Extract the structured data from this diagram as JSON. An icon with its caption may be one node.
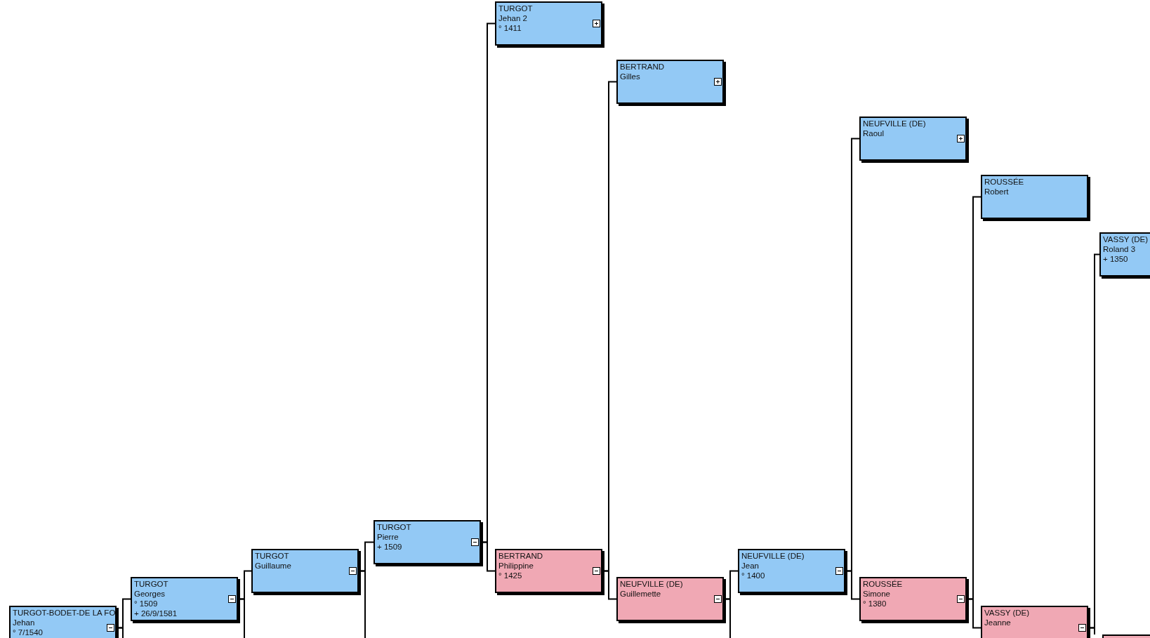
{
  "diagram": {
    "nodes": [
      {
        "text": [
          "TURGOT-BODET-DE LA FO",
          "Jehan",
          "° 7/1540"
        ]
      },
      {
        "text": [
          "TURGOT",
          "Georges",
          "° 1509",
          "+ 26/9/1581"
        ]
      },
      {
        "text": [
          "TURGOT",
          "Guillaume"
        ]
      },
      {
        "text": [
          "TURGOT",
          "Pierre",
          "+ 1509"
        ]
      },
      {
        "text": [
          "TURGOT",
          "Jehan 2",
          "° 1411"
        ]
      },
      {
        "text": [
          "BERTRAND",
          "Philippine",
          "° 1425"
        ]
      },
      {
        "text": [
          "BERTRAND",
          "Gilles"
        ]
      },
      {
        "text": [
          "NEUFVILLE (DE)",
          "Guillemette"
        ]
      },
      {
        "text": [
          "NEUFVILLE (DE)",
          "Jean",
          "° 1400"
        ]
      },
      {
        "text": [
          "NEUFVILLE (DE)",
          "Raoul"
        ]
      },
      {
        "text": [
          "ROUSSÉE",
          "Simone",
          "° 1380"
        ]
      },
      {
        "text": [
          "ROUSSÉE",
          "Robert"
        ]
      },
      {
        "text": [
          "VASSY (DE)",
          "Jeanne"
        ]
      },
      {
        "text": [
          "VASSY (DE)",
          "Roland 3",
          "+ 1350"
        ]
      },
      {
        "text": [],
        "shape": "box"
      }
    ],
    "edges": [
      {
        "from": 0,
        "to": 1,
        "arrow": "none"
      },
      {
        "from": 0,
        "to": null,
        "arrow": "none"
      },
      {
        "from": 1,
        "to": 2,
        "arrow": "none"
      },
      {
        "from": 1,
        "to": null,
        "arrow": "none"
      },
      {
        "from": 2,
        "to": 3,
        "arrow": "none"
      },
      {
        "from": 2,
        "to": null,
        "arrow": "none"
      },
      {
        "from": 3,
        "to": 4,
        "arrow": "none"
      },
      {
        "from": 3,
        "to": 5,
        "arrow": "none"
      },
      {
        "from": 5,
        "to": 6,
        "arrow": "none"
      },
      {
        "from": 5,
        "to": 7,
        "arrow": "none"
      },
      {
        "from": 7,
        "to": 8,
        "arrow": "none"
      },
      {
        "from": 7,
        "to": null,
        "arrow": "none"
      },
      {
        "from": 8,
        "to": 9,
        "arrow": "none"
      },
      {
        "from": 8,
        "to": 10,
        "arrow": "none"
      },
      {
        "from": 10,
        "to": 11,
        "arrow": "none"
      },
      {
        "from": 10,
        "to": 12,
        "arrow": "none"
      },
      {
        "from": 12,
        "to": 13,
        "arrow": "none"
      },
      {
        "from": 12,
        "to": 14,
        "arrow": "none"
      }
    ]
  }
}
